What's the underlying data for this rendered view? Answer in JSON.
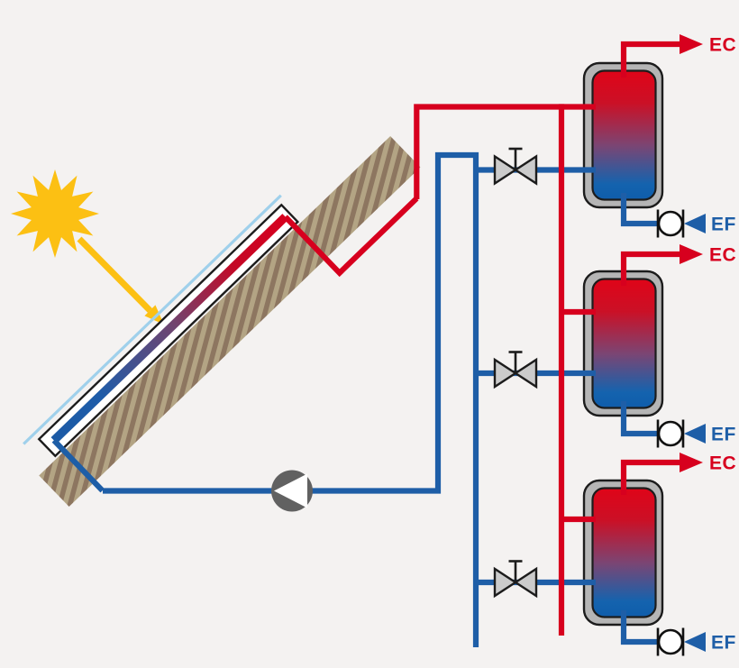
{
  "diagram": {
    "description": "solar thermal water heating schematic with roof collector, pump and three storage tanks",
    "background_color": "#f4f2f1",
    "colors": {
      "hot_pipe": "#d7001e",
      "cold_pipe": "#1e5ea7",
      "sun_yellow": "#fcc013",
      "roof_stripe_light": "#b3a484",
      "roof_stripe_dark": "#8d7660",
      "pump_gray": "#616161",
      "valve_gray": "#cbcbcb",
      "tank_shell_gray": "#b5b5b5",
      "tank_hot_top": "#df0418",
      "tank_cold_bottom": "#0f5dab",
      "glass_cover_blue": "#9fd0eb",
      "outline_black": "#1c1c1c"
    },
    "labels": {
      "hot_water": "EC",
      "cold_water": "EF"
    },
    "tanks": [
      {
        "name": "storage-tank-1",
        "outlet_label": "EC",
        "inlet_label": "EF"
      },
      {
        "name": "storage-tank-2",
        "outlet_label": "EC",
        "inlet_label": "EF"
      },
      {
        "name": "storage-tank-3",
        "outlet_label": "EC",
        "inlet_label": "EF"
      }
    ],
    "components": {
      "sun": "sun-icon",
      "collector": "solar-collector-on-roof",
      "pump": "circulation-pump",
      "valves": [
        "shutoff-valve-1",
        "shutoff-valve-2",
        "shutoff-valve-3"
      ],
      "check_valves": [
        "check-valve-1",
        "check-valve-2",
        "check-valve-3"
      ]
    }
  }
}
